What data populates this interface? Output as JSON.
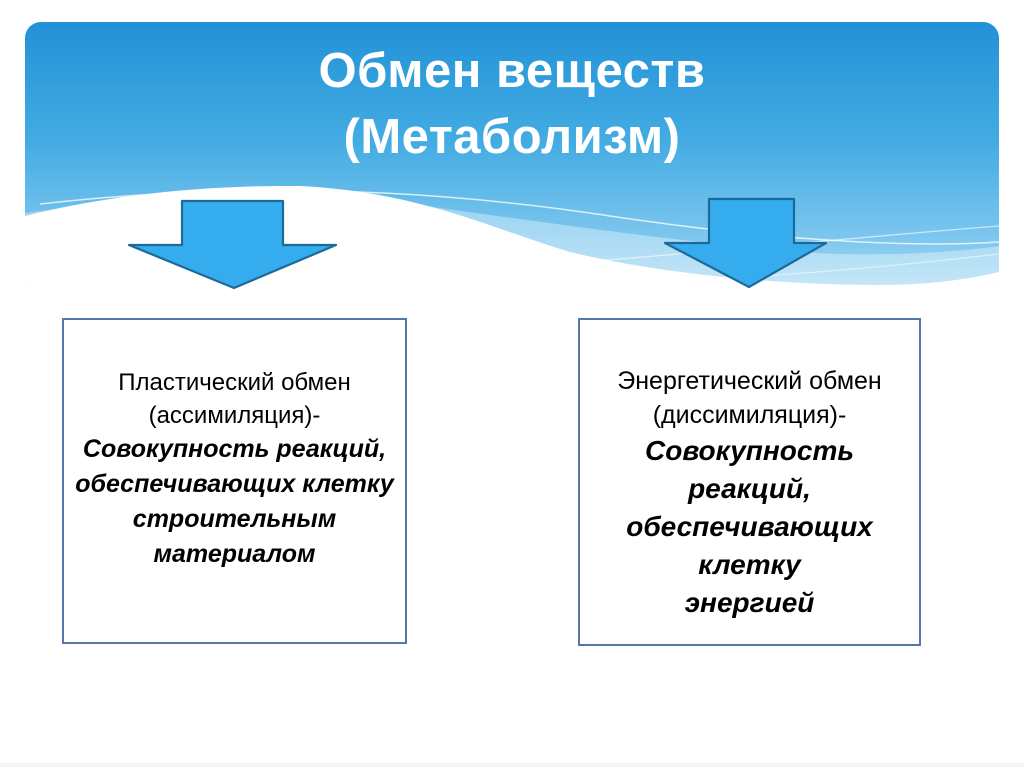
{
  "slide": {
    "background_color": "#ffffff",
    "title": {
      "line1": "Обмен веществ",
      "line2": "(Метаболизм)",
      "color": "#ffffff"
    },
    "banner": {
      "gradient_top": "#2395d8",
      "gradient_mid": "#44ace3",
      "gradient_bottom": "#9fd7f3",
      "wave_color": "#ffffff"
    },
    "arrows": {
      "left_icon": "down-arrow-icon",
      "right_icon": "down-arrow-icon",
      "fill": "#35acee",
      "border": "#1d6a9a"
    },
    "boxes": {
      "border_color": "#5577aa",
      "text_color": "#000000",
      "left": {
        "normal_lines": [
          "Пластический обмен",
          "(ассимиляция)-"
        ],
        "bold_lines": [
          "Совокупность реакций,",
          "обеспечивающих клетку",
          "строительным",
          "материалом"
        ]
      },
      "right": {
        "normal_lines": [
          "Энергетический обмен",
          "(диссимиляция)-"
        ],
        "bold_lines": [
          "Совокупность реакций,",
          "обеспечивающих",
          "клетку",
          "энергией"
        ]
      }
    }
  }
}
